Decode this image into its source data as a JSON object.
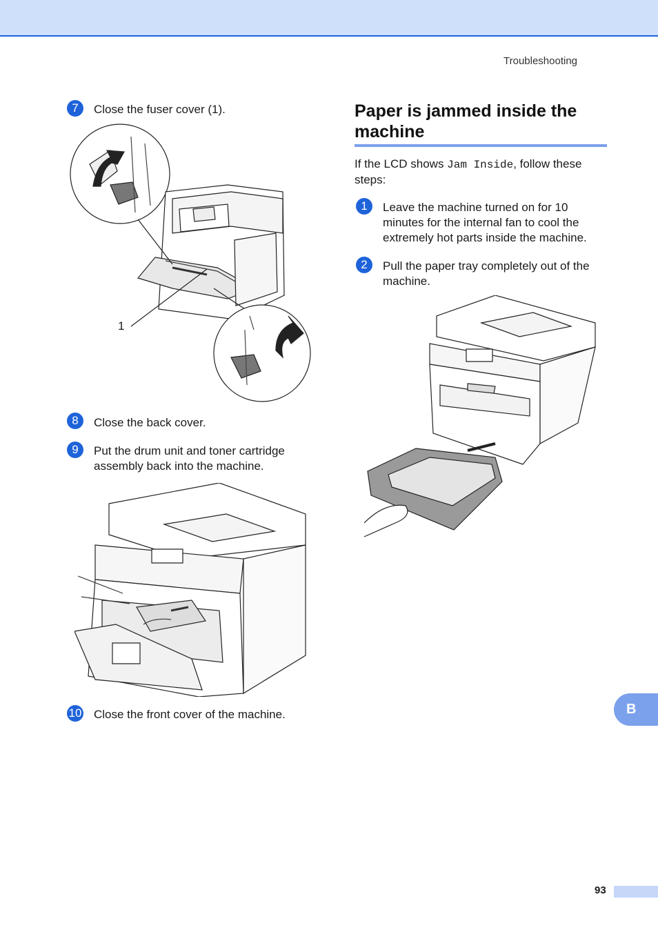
{
  "header": {
    "section": "Troubleshooting"
  },
  "left_steps": [
    {
      "number": "7",
      "text": "Close the fuser cover (1)."
    },
    {
      "number": "8",
      "text": "Close the back cover."
    },
    {
      "number": "9",
      "text": "Put the drum unit and toner cartridge assembly back into the machine."
    },
    {
      "number": "10",
      "text": "Close the front cover of the machine."
    }
  ],
  "callout_label": "1",
  "section": {
    "title": "Paper is jammed inside the machine",
    "intro_before": "If the LCD shows ",
    "intro_code": "Jam Inside",
    "intro_after": ", follow these steps:",
    "steps": [
      {
        "number": "1",
        "text": "Leave the machine turned on for 10 minutes for the internal fan to cool the extremely hot parts inside the machine."
      },
      {
        "number": "2",
        "text": "Pull the paper tray completely out of the machine."
      }
    ]
  },
  "side_tab": "B",
  "footer": {
    "page_number": "93"
  },
  "colors": {
    "accent": "#1f63d9",
    "band": "#cfe0fb",
    "rule": "#7ba0ec"
  }
}
